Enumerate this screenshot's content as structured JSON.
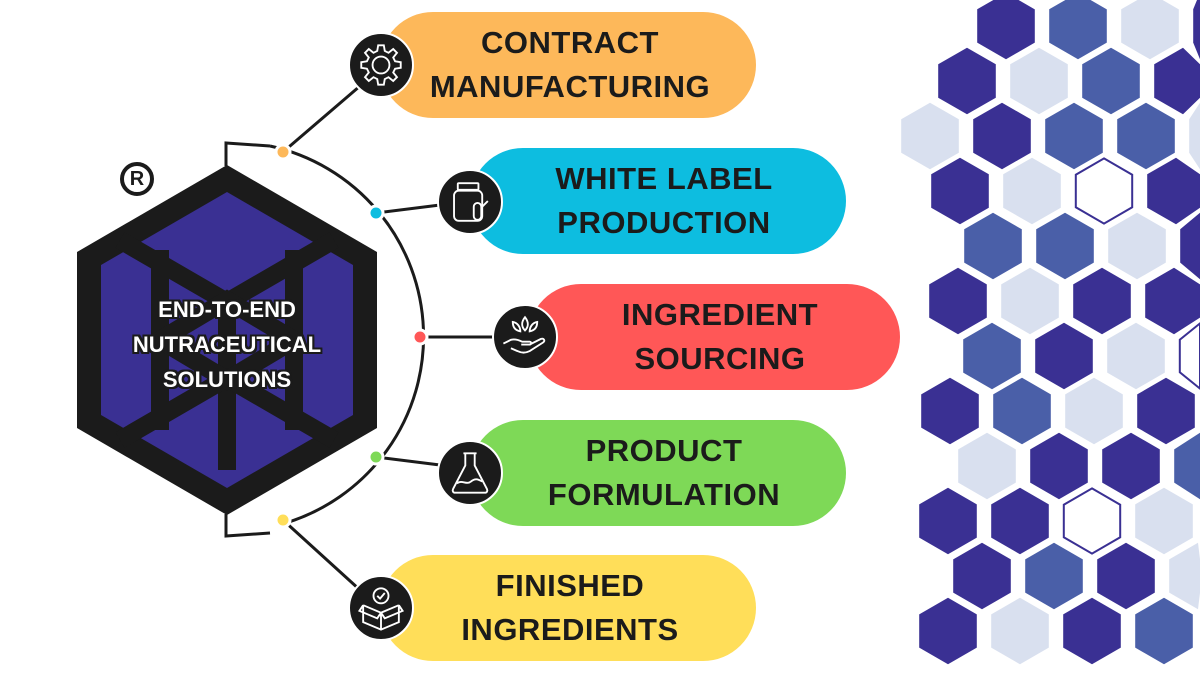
{
  "hub": {
    "lines": [
      "END-TO-END",
      "NUTRACEUTICAL",
      "SOLUTIONS"
    ],
    "registered_mark": "R",
    "hex_color": "#1b1b1b",
    "fill_color": "#3a3093"
  },
  "services": [
    {
      "lines": [
        "CONTRACT",
        "MANUFACTURING"
      ],
      "color": "#fdb85a",
      "icon": "gear-icon"
    },
    {
      "lines": [
        "WHITE LABEL",
        "PRODUCTION"
      ],
      "color": "#0dbde0",
      "icon": "supplement-jar-icon"
    },
    {
      "lines": [
        "INGREDIENT",
        "SOURCING"
      ],
      "color": "#ff5757",
      "icon": "hand-leaves-icon"
    },
    {
      "lines": [
        "PRODUCT",
        "FORMULATION"
      ],
      "color": "#7ed957",
      "icon": "flask-icon"
    },
    {
      "lines": [
        "FINISHED",
        "INGREDIENTS"
      ],
      "color": "#ffde59",
      "icon": "box-check-icon"
    }
  ],
  "pattern_colors": {
    "dark": "#3a3093",
    "mid": "#4a5fa8",
    "light": "#d9e0ef",
    "outline": "#3a3093"
  }
}
